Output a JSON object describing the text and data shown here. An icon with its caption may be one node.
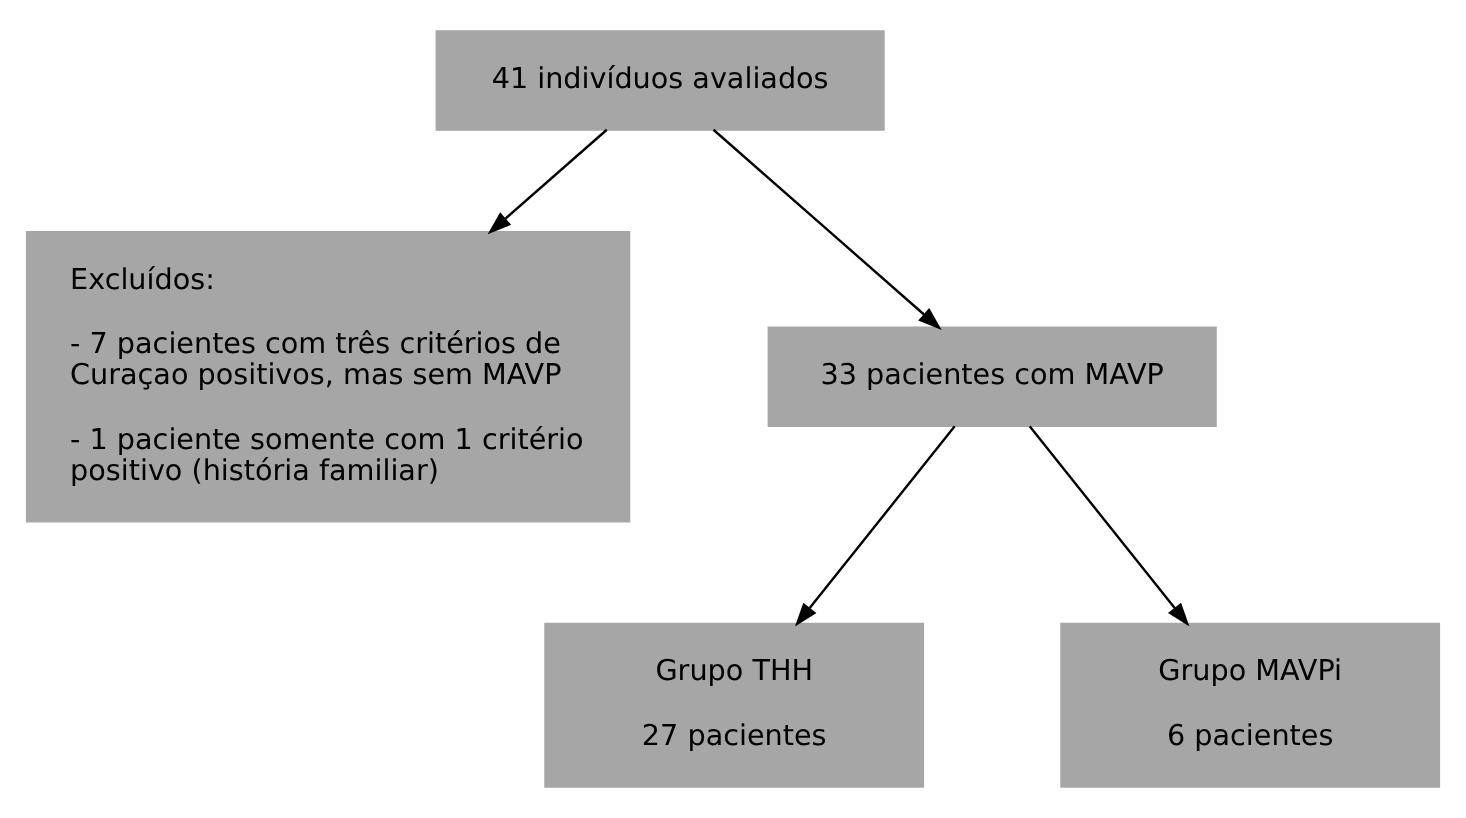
{
  "diagram": {
    "nodes": [
      {
        "text": [
          "41 indivíduos avaliados"
        ]
      },
      {
        "text": [
          "Excluídos:",
          "- 7 pacientes com três critérios de Curaçao positivos, mas sem MAVP",
          "- 1 paciente somente com 1 critério positivo (história familiar)"
        ]
      },
      {
        "text": [
          "33 pacientes com MAVP"
        ]
      },
      {
        "text": [
          "Grupo THH",
          "27 pacientes"
        ]
      },
      {
        "text": [
          "Grupo MAVPi",
          "6 pacientes"
        ]
      }
    ],
    "edges": [
      {
        "from": 0,
        "to": 2,
        "arrow": "to"
      },
      {
        "from": 0,
        "to": 1,
        "arrow": "to"
      },
      {
        "from": 2,
        "to": 3,
        "arrow": "to"
      },
      {
        "from": 2,
        "to": 4,
        "arrow": "to"
      }
    ]
  }
}
